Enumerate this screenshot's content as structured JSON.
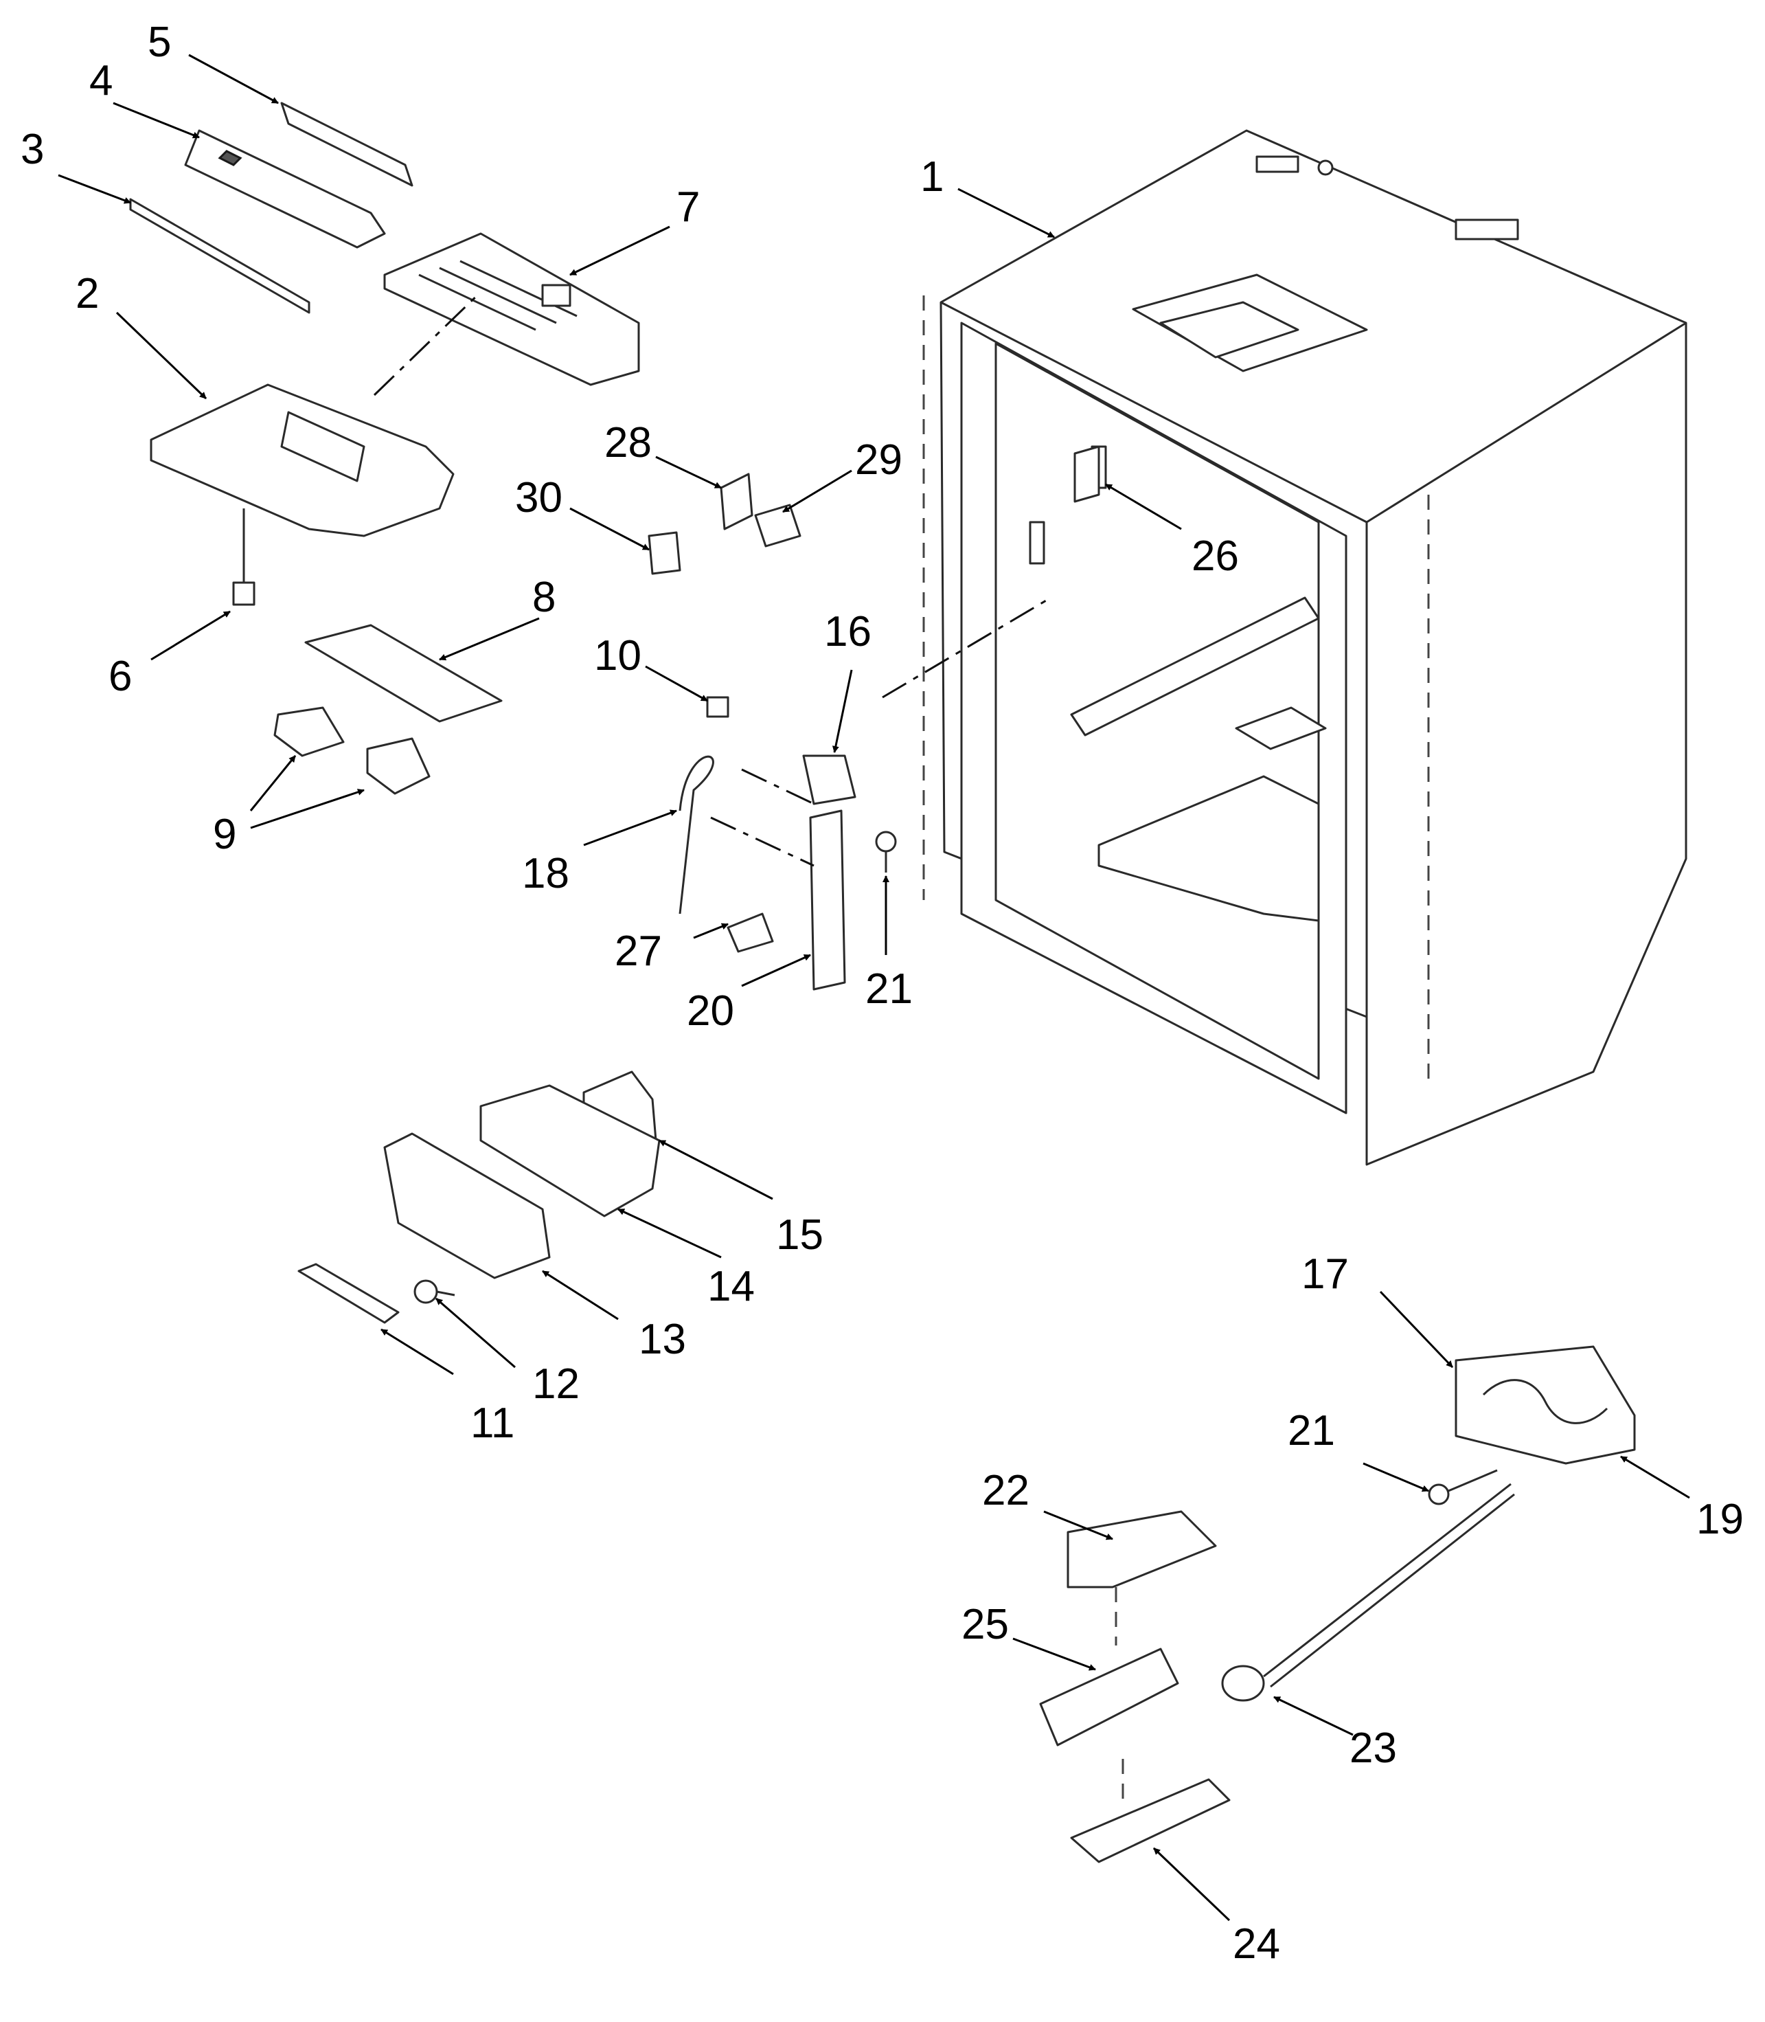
{
  "callouts": [
    {
      "id": "c1",
      "text": "1"
    },
    {
      "id": "c2",
      "text": "2"
    },
    {
      "id": "c3",
      "text": "3"
    },
    {
      "id": "c4",
      "text": "4"
    },
    {
      "id": "c5",
      "text": "5"
    },
    {
      "id": "c6",
      "text": "6"
    },
    {
      "id": "c7",
      "text": "7"
    },
    {
      "id": "c8",
      "text": "8"
    },
    {
      "id": "c9",
      "text": "9"
    },
    {
      "id": "c10",
      "text": "10"
    },
    {
      "id": "c11",
      "text": "11"
    },
    {
      "id": "c12",
      "text": "12"
    },
    {
      "id": "c13",
      "text": "13"
    },
    {
      "id": "c14",
      "text": "14"
    },
    {
      "id": "c15",
      "text": "15"
    },
    {
      "id": "c16",
      "text": "16"
    },
    {
      "id": "c17",
      "text": "17"
    },
    {
      "id": "c18",
      "text": "18"
    },
    {
      "id": "c19",
      "text": "19"
    },
    {
      "id": "c20",
      "text": "20"
    },
    {
      "id": "c21a",
      "text": "21"
    },
    {
      "id": "c21b",
      "text": "21"
    },
    {
      "id": "c22",
      "text": "22"
    },
    {
      "id": "c23",
      "text": "23"
    },
    {
      "id": "c24",
      "text": "24"
    },
    {
      "id": "c25",
      "text": "25"
    },
    {
      "id": "c26",
      "text": "26"
    },
    {
      "id": "c27",
      "text": "27"
    },
    {
      "id": "c28",
      "text": "28"
    },
    {
      "id": "c29",
      "text": "29"
    },
    {
      "id": "c30",
      "text": "30"
    }
  ]
}
